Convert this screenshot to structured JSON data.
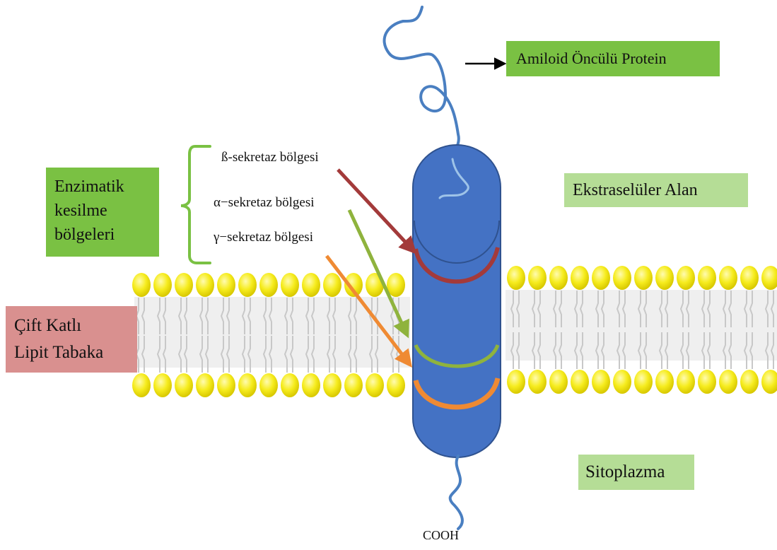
{
  "labels": {
    "app_protein": "Amiloid  Öncülü Protein",
    "extracellular": "Ekstraselüler Alan",
    "cytoplasm": "Sitoplazma",
    "cleavage_sites": [
      "Enzimatik",
      "kesilme",
      "bölgeleri"
    ],
    "bilayer": [
      "Çift Katlı",
      "Lipit Tabaka"
    ],
    "beta_site": "ß-sekretaz bölgesi",
    "alpha_site": "α−sekretaz bölgesi",
    "gamma_site": "γ−sekretaz bölgesi",
    "cooh": "COOH"
  },
  "colors": {
    "green_box": "#7ac143",
    "light_green_box": "#b5dd96",
    "pink_box": "#d9908f",
    "protein_fill": "#4472c4",
    "protein_stroke": "#2f528f",
    "chain": "#4a7fc1",
    "lipid_head": "#f4ea1c",
    "beta": "#a33a3a",
    "alpha": "#8fb33d",
    "gamma": "#ef8a33"
  },
  "lipid_left_count": 13,
  "lipid_right_count": 13
}
